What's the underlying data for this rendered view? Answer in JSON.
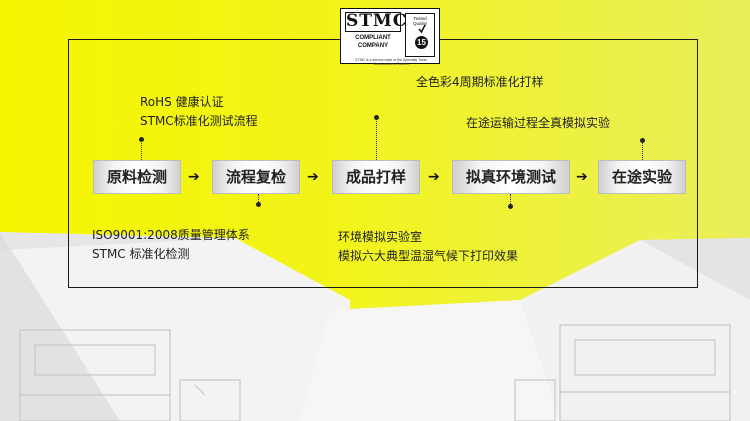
{
  "logo": {
    "stmc": "STMC",
    "compliant": "COMPLIANT",
    "company": "COMPANY",
    "seal_top": "Tested Quality",
    "seal_number": "15",
    "footer": "STMC is a service mark of the Specialty Toner Manufacturers Council"
  },
  "flow": {
    "steps": [
      {
        "label": "原料检测"
      },
      {
        "label": "流程复检"
      },
      {
        "label": "成品打样"
      },
      {
        "label": "拟真环境测试"
      },
      {
        "label": "在途实验"
      }
    ],
    "arrow_glyph": "➔"
  },
  "notes": {
    "rohs_line1": "RoHS 健康认证",
    "rohs_line2": "STMC标准化测试流程",
    "iso_line1": "ISO9001:2008质量管理体系",
    "iso_line2": "STMC 标准化检测",
    "color_line": "全色彩4周期标准化打样",
    "env_line1": "环境模拟实验室",
    "env_line2": "模拟六大典型温湿气候下打印效果",
    "transit_line": "在途运输过程全真模拟实验"
  },
  "colors": {
    "yellow": "#f6f600",
    "ink": "#222222"
  }
}
